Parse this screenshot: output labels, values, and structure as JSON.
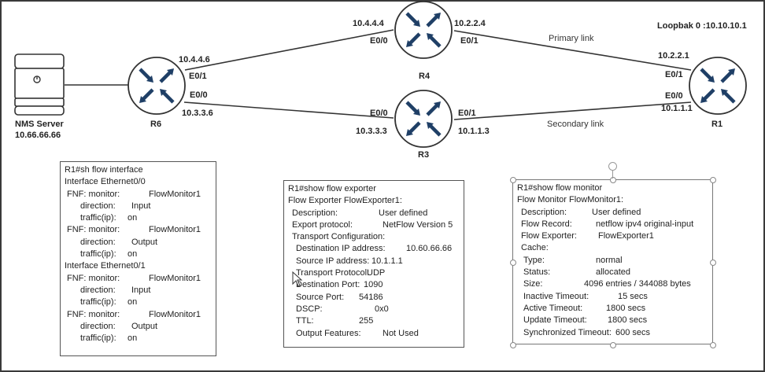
{
  "diagram": {
    "nms": {
      "name": "NMS Server",
      "ip": "10.66.66.66"
    },
    "routers": {
      "r6": {
        "name": "R6",
        "e01_ip": "10.4.4.6",
        "e01": "E0/1",
        "e00": "E0/0",
        "e00_ip": "10.3.3.6"
      },
      "r4": {
        "name": "R4",
        "e00_ip": "10.4.4.4",
        "e00": "E0/0",
        "e01_ip": "10.2.2.4",
        "e01": "E0/1"
      },
      "r3": {
        "name": "R3",
        "e00": "E0/0",
        "e00_ip": "10.3.3.3",
        "e01": "E0/1",
        "e01_ip": "10.1.1.3"
      },
      "r1": {
        "name": "R1",
        "loopback": "Loopbak 0 :10.10.10.1",
        "e01_ip": "10.2.2.1",
        "e01": "E0/1",
        "e00": "E0/0",
        "e00_ip": "10.1.1.1"
      }
    },
    "links": {
      "primary": "Primary  link",
      "secondary": "Secondary  link"
    },
    "colors": {
      "router_arrow": "#1f3f66",
      "line": "#333333"
    }
  },
  "flow_interface": {
    "lines": [
      [
        "R1#sh flow interface",
        ""
      ],
      [
        "Interface Ethernet0/0",
        ""
      ],
      [
        " FNF:  monitor:",
        "FlowMonitor1"
      ],
      [
        "direction:",
        "Input"
      ],
      [
        "traffic(ip):",
        "on"
      ],
      [
        " FNF:  monitor:",
        "FlowMonitor1"
      ],
      [
        "direction:",
        "Output"
      ],
      [
        "traffic(ip):",
        "on"
      ],
      [
        "Interface Ethernet0/1",
        ""
      ],
      [
        " FNF:  monitor:",
        "FlowMonitor1"
      ],
      [
        "direction:",
        "Input"
      ],
      [
        "traffic(ip):",
        "on"
      ],
      [
        " FNF:  monitor:",
        "FlowMonitor1"
      ],
      [
        "direction:",
        "Output"
      ],
      [
        "traffic(ip):",
        "on"
      ]
    ]
  },
  "flow_exporter": {
    "lines": [
      [
        "R1#show flow exporter",
        ""
      ],
      [
        "Flow Exporter FlowExporter1:",
        ""
      ],
      [
        "Description:",
        "User defined"
      ],
      [
        "Export protocol:",
        "NetFlow Version 5"
      ],
      [
        "Transport Configuration:",
        ""
      ],
      [
        "Destination IP address:",
        "10.60.66.66"
      ],
      [
        "Source IP address:",
        "10.1.1.1"
      ],
      [
        "Transport Protocol:",
        "UDP"
      ],
      [
        "Destination Port:",
        "1090"
      ],
      [
        "Source Port:",
        "54186"
      ],
      [
        "DSCP:",
        "0x0"
      ],
      [
        "TTL:",
        "255"
      ],
      [
        "Output Features:",
        "Not Used"
      ]
    ]
  },
  "flow_monitor": {
    "lines": [
      [
        "R1#show flow monitor",
        ""
      ],
      [
        "Flow Monitor FlowMonitor1:",
        ""
      ],
      [
        "Description:",
        "User defined"
      ],
      [
        "Flow Record:",
        "netflow ipv4 original-input"
      ],
      [
        "Flow Exporter:",
        "FlowExporter1"
      ],
      [
        "Cache:",
        ""
      ],
      [
        "Type:",
        "normal"
      ],
      [
        "Status:",
        "allocated"
      ],
      [
        "Size:",
        "4096 entries / 344088 bytes"
      ],
      [
        "Inactive Timeout:",
        "15 secs"
      ],
      [
        "Active Timeout:",
        "1800 secs"
      ],
      [
        "Update Timeout:",
        "1800 secs"
      ],
      [
        "Synchronized Timeout:",
        "600 secs"
      ]
    ]
  }
}
